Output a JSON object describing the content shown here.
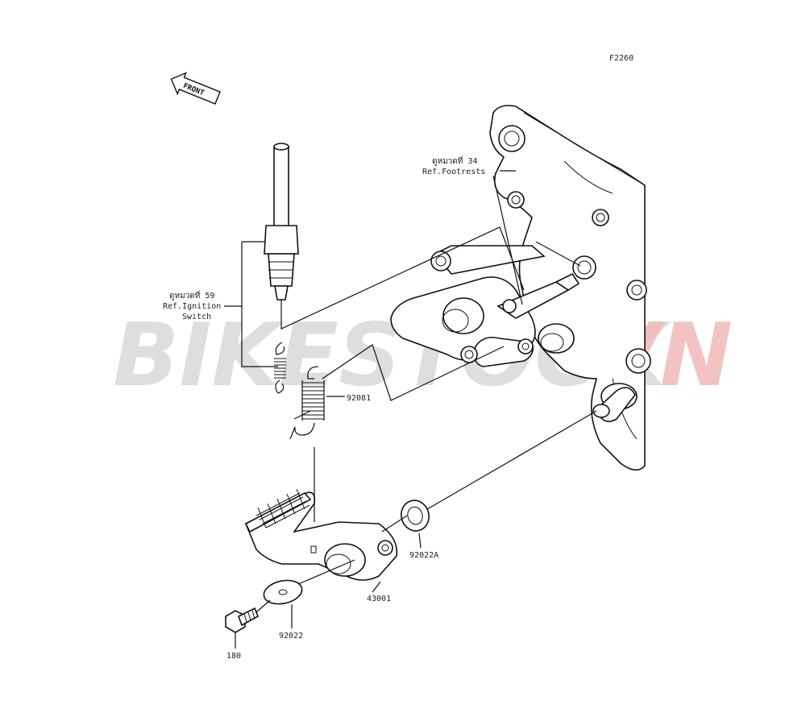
{
  "figure_code": "F2260",
  "front_marker": "FRONT",
  "watermark": {
    "text_a": "BIKESTOCK",
    "text_b": "VN",
    "color_a": "#d9d9d9",
    "color_b": "#f2b9b9"
  },
  "refs": {
    "footrests": {
      "line1": "ดูหมวดที่ 34",
      "line2": "Ref.Footrests"
    },
    "ignition": {
      "line1": "ดูหมวดที่ 59",
      "line2": "Ref.Ignition",
      "line3": "Switch"
    }
  },
  "parts": {
    "spring": "92081",
    "washer_a": "92022A",
    "pedal": "43001",
    "washer": "92022",
    "bolt": "180"
  }
}
